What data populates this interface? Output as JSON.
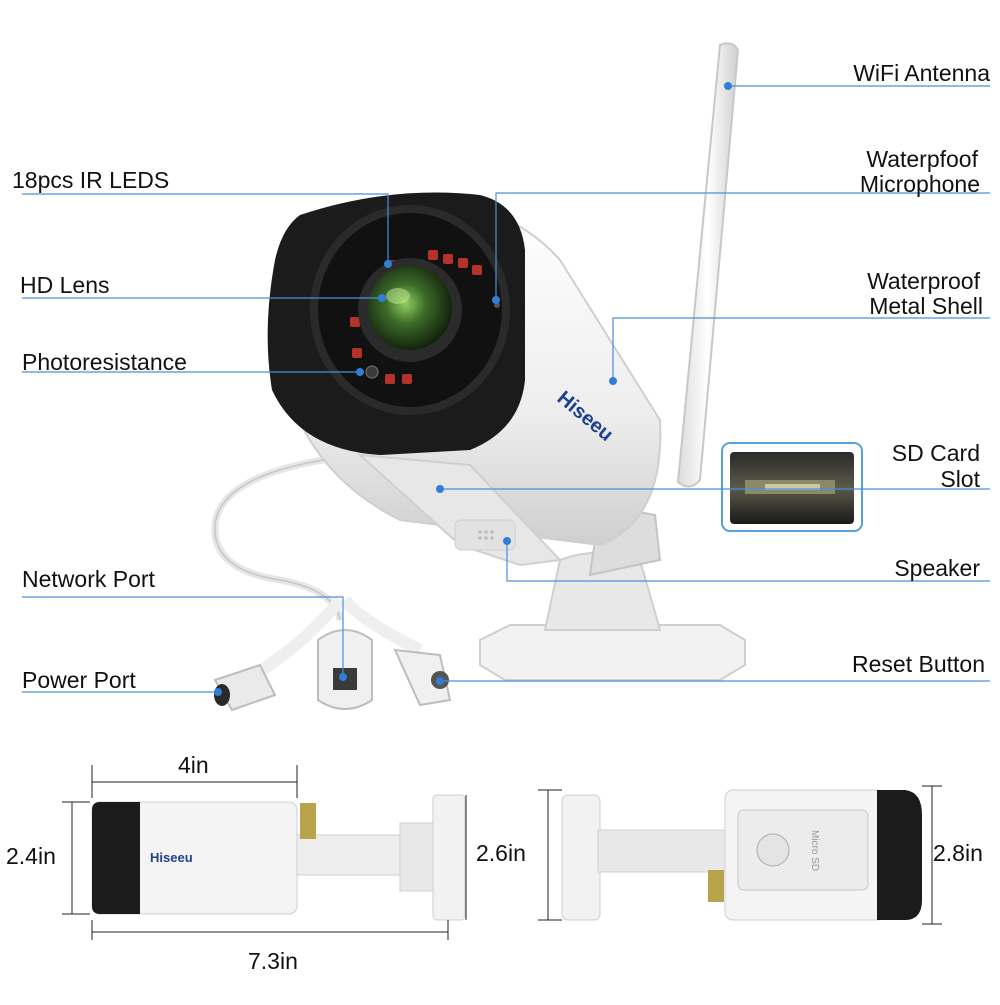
{
  "callouts_left": {
    "ir_leds": "18pcs IR LEDS",
    "hd_lens": "HD Lens",
    "photoresistance": "Photoresistance",
    "network_port": "Network Port",
    "power_port": "Power Port"
  },
  "callouts_right": {
    "wifi_antenna": "WiFi Antenna",
    "microphone_line1": "Waterpfoof",
    "microphone_line2": "Microphone",
    "shell_line1": "Waterproof",
    "shell_line2": "Metal Shell",
    "sd_line1": "SD Card",
    "sd_line2": "Slot",
    "speaker": "Speaker",
    "reset_button": "Reset Button"
  },
  "brand": "Hiseeu",
  "inset_label": "Micro SD",
  "dimensions": {
    "length_top": "4in",
    "height_left": "2.4in",
    "total_length": "7.3in",
    "mount_height": "2.6in",
    "rear_height": "2.8in"
  },
  "colors": {
    "callout_line": "#4a90d9",
    "callout_dot": "#2f7fd6",
    "housing_black": "#1b1b1b",
    "lens_green": "#3d6b2a",
    "ir_led_red": "#b5322a",
    "body_white": "#f4f4f4"
  }
}
